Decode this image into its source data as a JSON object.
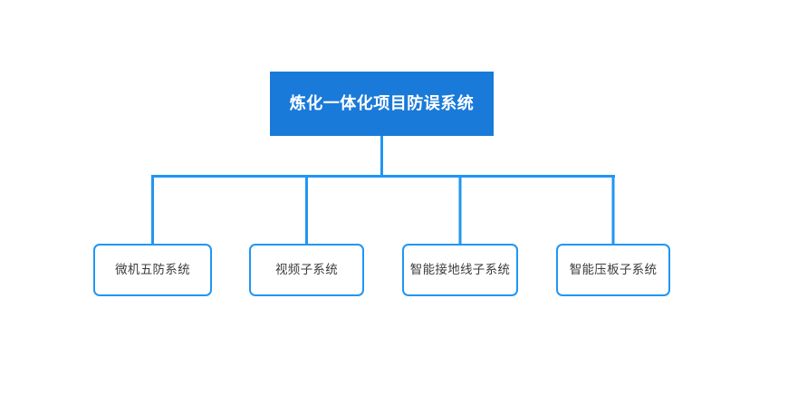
{
  "diagram": {
    "type": "organization-tree",
    "orientation": "top-down",
    "colors": {
      "root_fill": "#1a7ad9",
      "root_text": "#ffffff",
      "child_border": "#2196f3",
      "child_fill": "#ffffff",
      "child_text": "#3c3c3c",
      "connector": "#2196f3",
      "background": "#ffffff"
    },
    "root": {
      "label": "炼化一体化项目防误系统"
    },
    "children": [
      {
        "label": "微机五防系统"
      },
      {
        "label": "视频子系统"
      },
      {
        "label": "智能接地线子系统"
      },
      {
        "label": "智能压板子系统"
      }
    ]
  }
}
